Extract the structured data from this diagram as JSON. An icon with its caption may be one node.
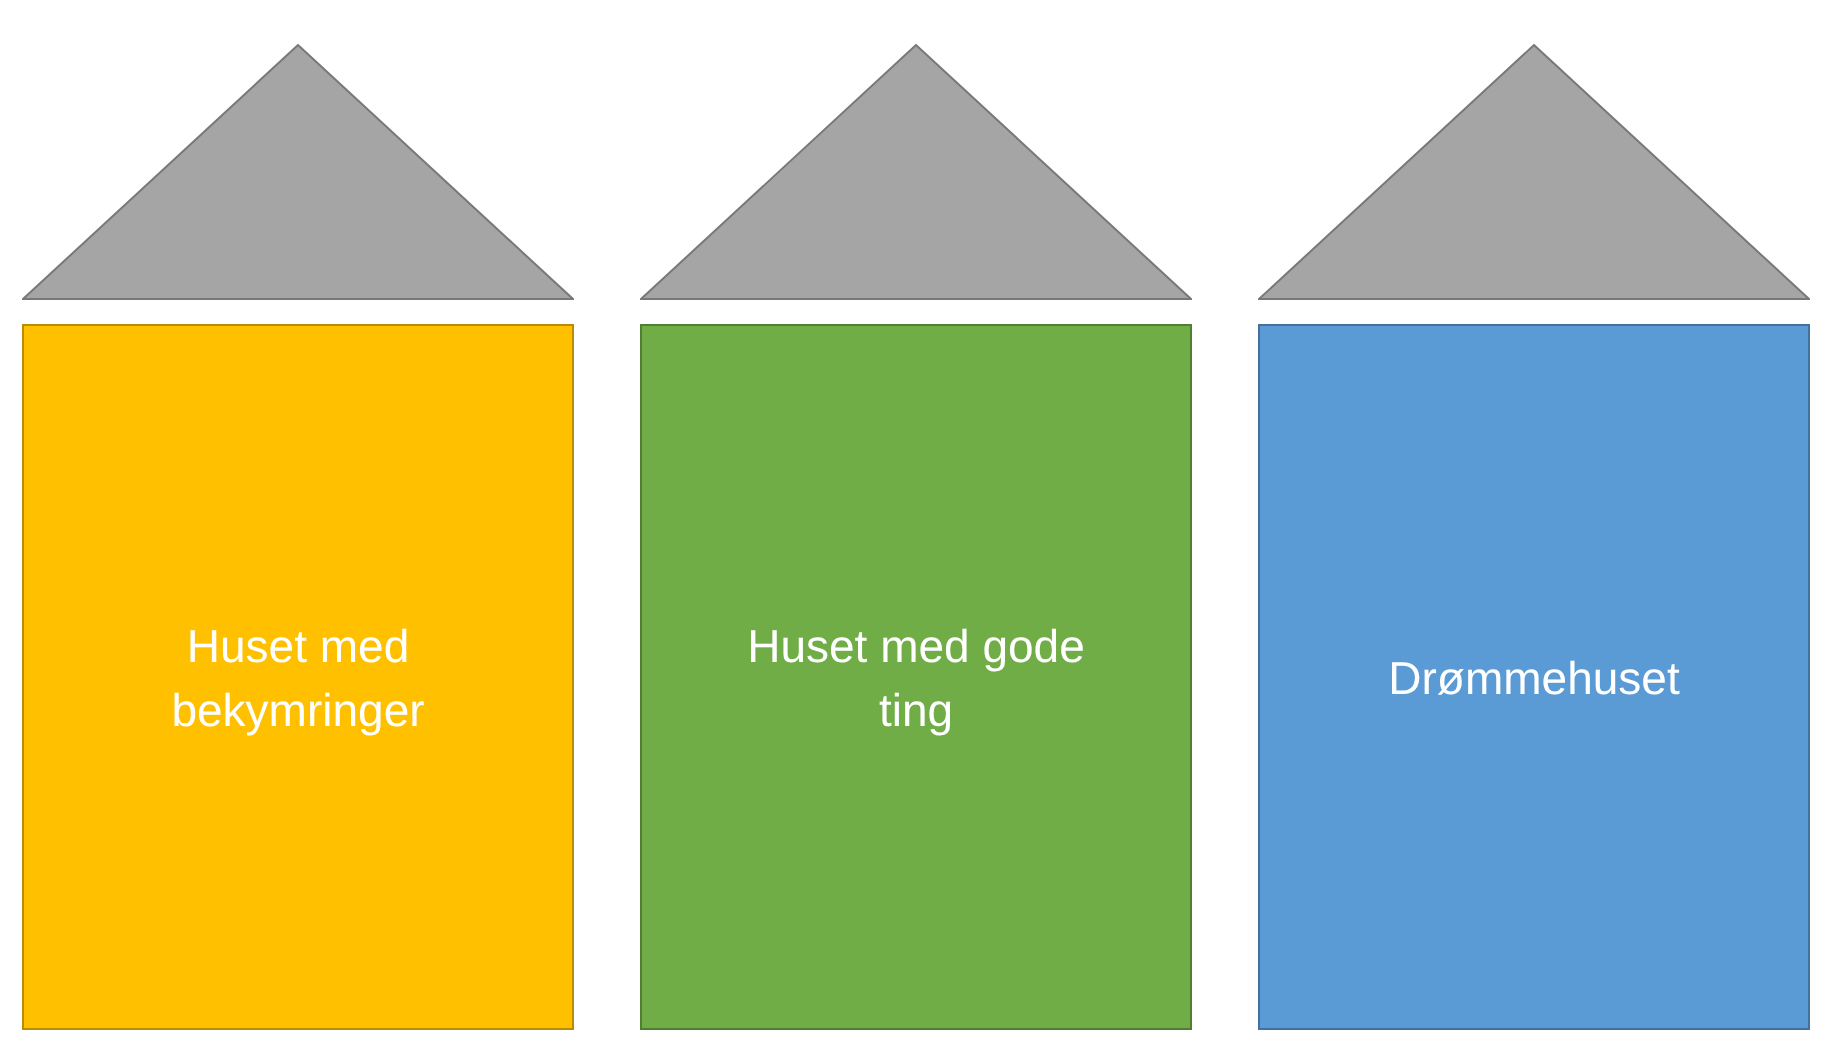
{
  "diagram": {
    "nodes": [
      {
        "text": [],
        "shape": "triangle"
      },
      {
        "text": [],
        "shape": "triangle"
      },
      {
        "text": [],
        "shape": "triangle"
      },
      {
        "text": [
          "Huset med bekymringer"
        ]
      },
      {
        "text": [
          "Huset med gode ting"
        ]
      },
      {
        "text": [
          "Drømmehuset"
        ]
      }
    ]
  }
}
